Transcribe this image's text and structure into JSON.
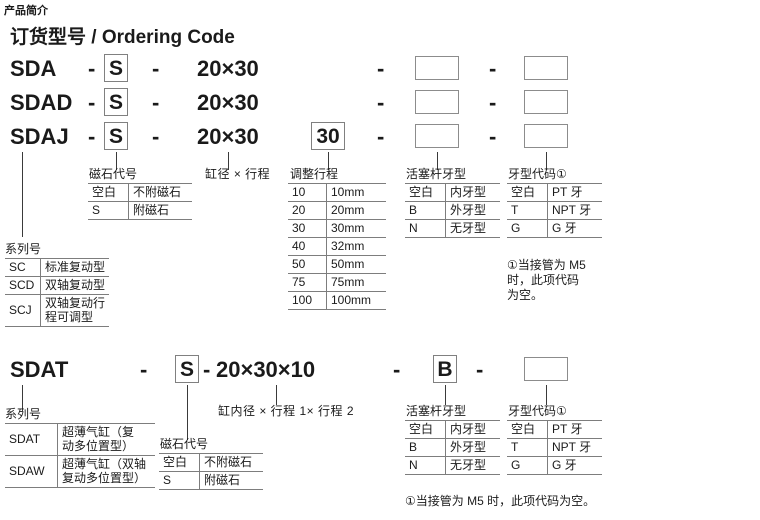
{
  "header": {
    "product_intro": "产品简介",
    "ordering_title": "订货型号 / Ordering Code"
  },
  "section1": {
    "rows": [
      {
        "series": "SDA",
        "dash1": "-",
        "magnet": "S",
        "dash2": "-",
        "bore_stroke": "20×30",
        "adjust": "",
        "dash3": "-",
        "rod": "",
        "dash4": "-",
        "thread": ""
      },
      {
        "series": "SDAD",
        "dash1": "-",
        "magnet": "S",
        "dash2": "-",
        "bore_stroke": "20×30",
        "adjust": "",
        "dash3": "-",
        "rod": "",
        "dash4": "-",
        "thread": ""
      },
      {
        "series": "SDAJ",
        "dash1": "-",
        "magnet": "S",
        "dash2": "-",
        "bore_stroke": "20×30",
        "adjust": "30",
        "dash3": "-",
        "rod": "",
        "dash4": "-",
        "thread": ""
      }
    ],
    "captions": {
      "series": "系列号",
      "magnet": "磁石代号",
      "bore_stroke": "缸径 × 行程",
      "adjust": "调整行程",
      "rod_thread": "活塞杆牙型",
      "thread_code": "牙型代码①"
    },
    "series_table": [
      {
        "code": "SC",
        "desc": "标准复动型"
      },
      {
        "code": "SCD",
        "desc": "双轴复动型"
      },
      {
        "code": "SCJ",
        "desc": "双轴复动行\n程可调型"
      }
    ],
    "magnet_table": [
      {
        "code": "空白",
        "desc": "不附磁石"
      },
      {
        "code": "S",
        "desc": "附磁石"
      }
    ],
    "adjust_table": [
      {
        "code": "10",
        "desc": "10mm"
      },
      {
        "code": "20",
        "desc": "20mm"
      },
      {
        "code": "30",
        "desc": "30mm"
      },
      {
        "code": "40",
        "desc": "32mm"
      },
      {
        "code": "50",
        "desc": "50mm"
      },
      {
        "code": "75",
        "desc": "75mm"
      },
      {
        "code": "100",
        "desc": "100mm"
      }
    ],
    "rod_thread_table": [
      {
        "code": "空白",
        "desc": "内牙型"
      },
      {
        "code": "B",
        "desc": "外牙型"
      },
      {
        "code": "N",
        "desc": "无牙型"
      }
    ],
    "thread_code_table": [
      {
        "code": "空白",
        "desc": "PT 牙"
      },
      {
        "code": "T",
        "desc": "NPT 牙"
      },
      {
        "code": "G",
        "desc": "G 牙"
      }
    ],
    "footnote": "①当接管为 M5\n时，此项代码\n为空。"
  },
  "section2": {
    "row": {
      "series": "SDAT",
      "dash1": "-",
      "magnet": "S",
      "dash2": "-",
      "bore_stroke": "20×30×10",
      "dash3": "-",
      "rod": "B",
      "dash4": "-",
      "thread": ""
    },
    "captions": {
      "series": "系列号",
      "magnet": "磁石代号",
      "bore_stroke": "缸内径 × 行程 1× 行程 2",
      "rod_thread": "活塞杆牙型",
      "thread_code": "牙型代码①"
    },
    "series_table": [
      {
        "code": "SDAT",
        "desc": "超薄气缸（复\n动多位置型）"
      },
      {
        "code": "SDAW",
        "desc": "超薄气缸（双轴\n复动多位置型）"
      }
    ],
    "magnet_table": [
      {
        "code": "空白",
        "desc": "不附磁石"
      },
      {
        "code": "S",
        "desc": "附磁石"
      }
    ],
    "rod_thread_table": [
      {
        "code": "空白",
        "desc": "内牙型"
      },
      {
        "code": "B",
        "desc": "外牙型"
      },
      {
        "code": "N",
        "desc": "无牙型"
      }
    ],
    "thread_code_table": [
      {
        "code": "空白",
        "desc": "PT 牙"
      },
      {
        "code": "T",
        "desc": "NPT 牙"
      },
      {
        "code": "G",
        "desc": "G 牙"
      }
    ],
    "footnote": "①当接管为 M5 时，此项代码为空。"
  }
}
